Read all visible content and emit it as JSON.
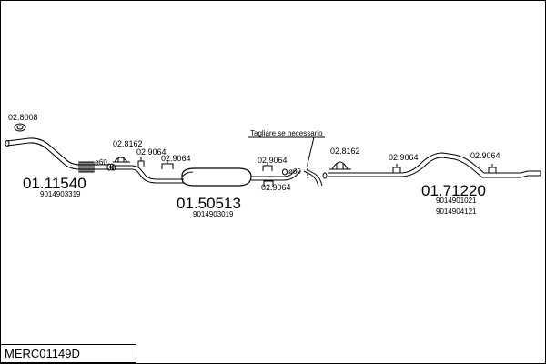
{
  "diagram_code": "MERC01149D",
  "note_label": "Tagliare se necessario",
  "labels": {
    "ref_02_8008": "02.8008",
    "ref_02_8162_a": "02.8162",
    "ref_02_9064_a": "02.9064",
    "ref_02_9064_b": "02.9064",
    "ref_02_9064_c": "02.9064",
    "ref_02_9064_d": "02.9064",
    "ref_02_8162_b": "02.8162",
    "ref_02_9064_e": "02.9064",
    "ref_02_9064_f": "02.9064",
    "dia_a": "ø60",
    "dia_b": "ø60"
  },
  "parts": [
    {
      "number": "01.11540",
      "oem": [
        "9014903319"
      ]
    },
    {
      "number": "01.50513",
      "oem": [
        "9014903019"
      ]
    },
    {
      "number": "01.71220",
      "oem": [
        "9014901021",
        "9014904121"
      ]
    }
  ]
}
